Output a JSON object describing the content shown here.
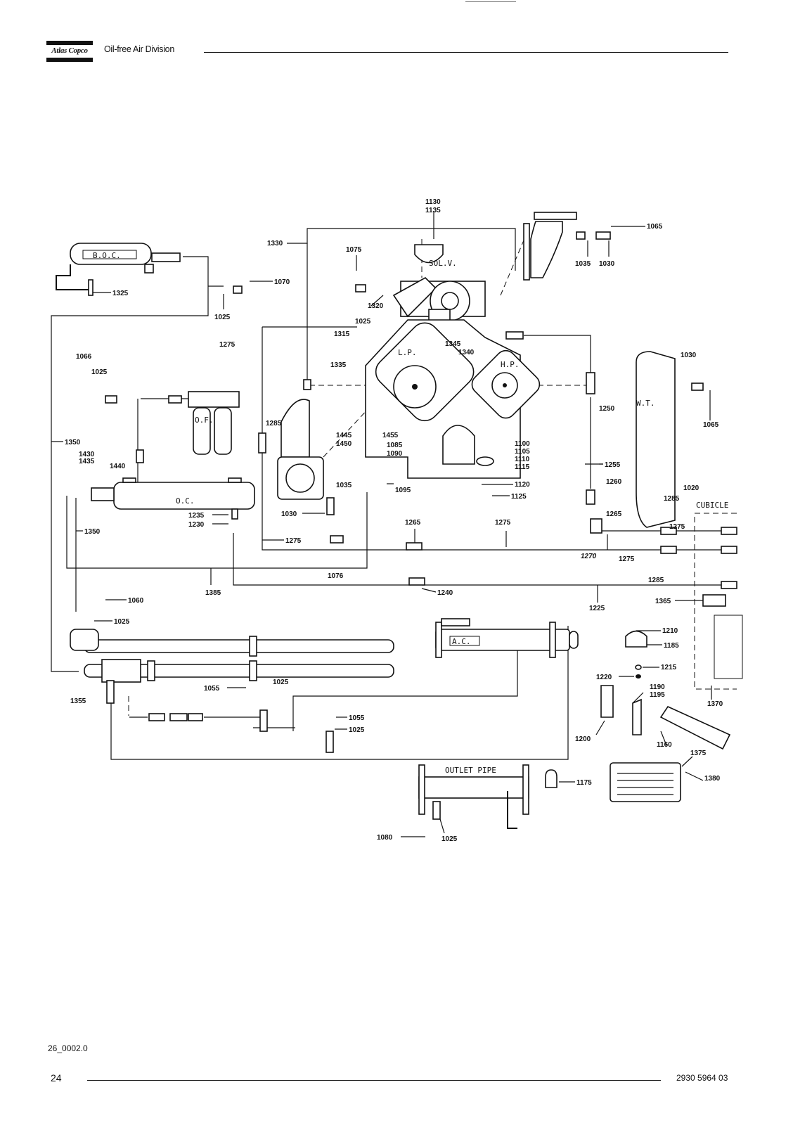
{
  "header": {
    "brand": "Atlas Copco",
    "division": "Oil-free Air Division"
  },
  "footer": {
    "figure_code": "26_0002.0",
    "page_number": "24",
    "document_number": "2930 5964 03"
  },
  "components": {
    "boc": "B.O.C.",
    "solv": "SOL.V.",
    "lp": "L.P.",
    "hp": "H.P.",
    "wt": "W.T.",
    "of": "O.F.",
    "oc": "O.C.",
    "ac": "A.C.",
    "outlet": "OUTLET PIPE",
    "cubicle": "CUBICLE"
  },
  "parts": {
    "p1130": "1130",
    "p1135": "1135",
    "p1065a": "1065",
    "p1035a": "1035",
    "p1030a": "1030",
    "p1330": "1330",
    "p1075": "1075",
    "p1070": "1070",
    "p1325": "1325",
    "p1025a": "1025",
    "p1320": "1320",
    "p1025b": "1025",
    "p1315": "1315",
    "p1345": "1345",
    "p1340": "1340",
    "p1275a": "1275",
    "p1066": "1066",
    "p1025c": "1025",
    "p1335": "1335",
    "p1030b": "1030",
    "p1065b": "1065",
    "p1250": "1250",
    "p1285a": "1285",
    "p1350a": "1350",
    "p1430": "1430",
    "p1435": "1435",
    "p1440": "1440",
    "p1445": "1445",
    "p1450": "1450",
    "p1455": "1455",
    "p1085": "1085",
    "p1090": "1090",
    "p1100": "1100",
    "p1105": "1105",
    "p1110": "1110",
    "p1115": "1115",
    "p1255": "1255",
    "p1120": "1120",
    "p1260": "1260",
    "p1095": "1095",
    "p1125": "1125",
    "p1035b": "1035",
    "p1020": "1020",
    "p1285b": "1285",
    "p1235": "1235",
    "p1230": "1230",
    "p1030c": "1030",
    "p1265a": "1265",
    "p1265b": "1265",
    "p1275b": "1275",
    "p1350b": "1350",
    "p1275c": "1275",
    "p1275d": "1275",
    "p1270": "1270",
    "p1275e": "1275",
    "p1076": "1076",
    "p1385": "1385",
    "p1240": "1240",
    "p1285c": "1285",
    "p1225": "1225",
    "p1365": "1365",
    "p1060": "1060",
    "p1025d": "1025",
    "p1210": "1210",
    "p1185": "1185",
    "p1215": "1215",
    "p1220": "1220",
    "p1355": "1355",
    "p1055a": "1055",
    "p1025e": "1025",
    "p1190": "1190",
    "p1195": "1195",
    "p1370": "1370",
    "p1055b": "1055",
    "p1025f": "1025",
    "p1200": "1200",
    "p1160": "1160",
    "p1375": "1375",
    "p1175": "1175",
    "p1380": "1380",
    "p1080": "1080",
    "p1025g": "1025"
  }
}
